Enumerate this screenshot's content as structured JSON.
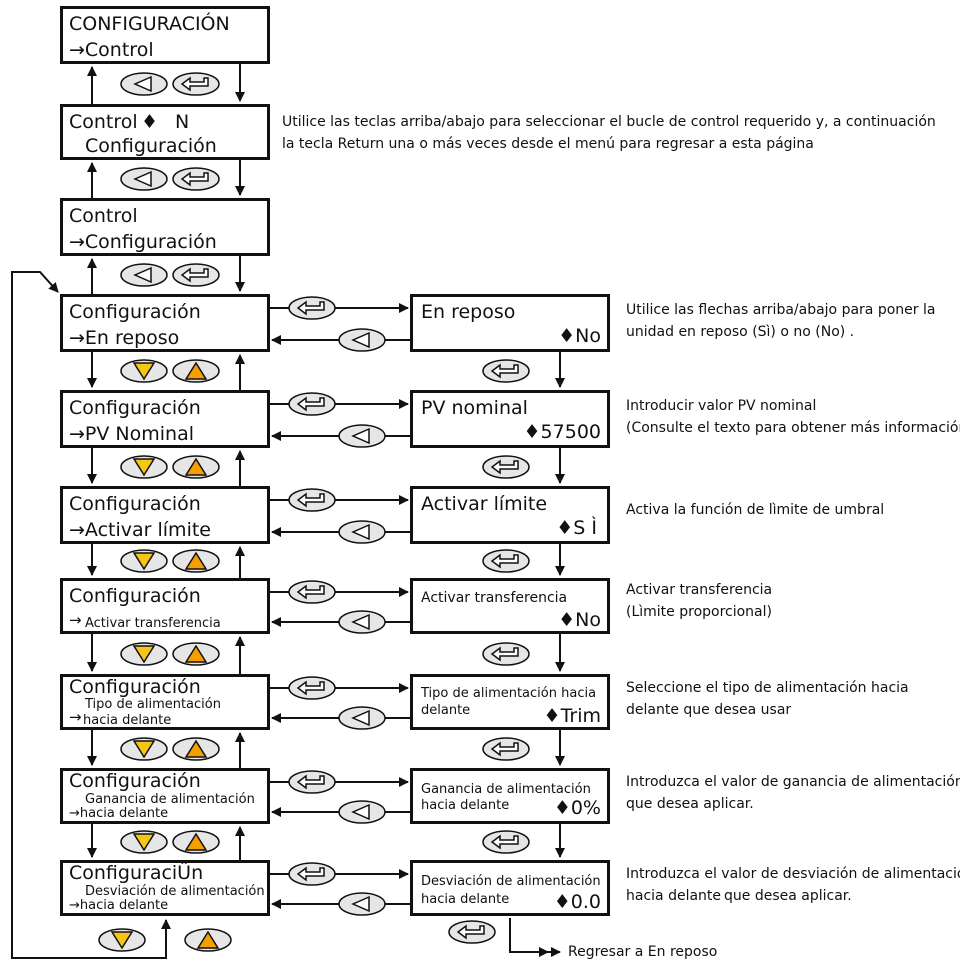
{
  "menu": {
    "b1": {
      "l1": "CONFIGURACIÓN",
      "l2": "→Control"
    },
    "b2": {
      "l1": "Control",
      "updown": "♦",
      "n": "N",
      "l2": "Configuración"
    },
    "b3": {
      "l1": "Control",
      "l2": "→Configuración"
    },
    "b4": {
      "l1": "Configuración",
      "l2": "→En reposo"
    },
    "b5": {
      "l1": "Configuración",
      "l2": "→PV Nominal"
    },
    "b6": {
      "l1": "Configuración",
      "l2": "→Activar límite"
    },
    "b7": {
      "l1": "Configuración",
      "arrow": "→",
      "l2": "Activar transferencia"
    },
    "b8": {
      "l1": "Configuración",
      "l2a": "Tipo de alimentación",
      "arrow": "→",
      "l2b": "hacia delante"
    },
    "b9": {
      "l1": "Configuración",
      "l2a": "Ganancia de alimentación",
      "l2b": "→hacia delante"
    },
    "b10": {
      "l1": "ConfiguraciÛn",
      "l2a": "Desviación de alimentación",
      "l2b": "→hacia delante"
    }
  },
  "params": {
    "p1": {
      "l1": "En reposo",
      "val": "♦No"
    },
    "p2": {
      "l1": "PV nominal",
      "val": "♦57500"
    },
    "p3": {
      "l1": "Activar límite",
      "val": "♦S Ì"
    },
    "p4": {
      "l1": "Activar transferencia",
      "val": "♦No"
    },
    "p5": {
      "l1": "Tipo de alimentación hacia",
      "l2": "delante",
      "val": "♦Trim"
    },
    "p6": {
      "l1": "Ganancia de alimentación",
      "l2": "hacia delante",
      "val": "♦0%"
    },
    "p7": {
      "l1": "Desviación de alimentación",
      "l2": "hacia delante",
      "val": "♦0.0"
    }
  },
  "notes": {
    "n0a": "Utilice las teclas arriba/abajo para seleccionar el bucle de control requerido y, a continuación",
    "n0b": "la tecla Return una o más veces desde el menú para regresar a esta página",
    "n1a": "Utilice las flechas arriba/abajo para poner la",
    "n1b": "unidad en reposo (Sì) o no (No) .",
    "n2a": "Introducir valor PV nominal",
    "n2b": "(Consulte el texto para obtener más información)",
    "n3": "Activa la función de lìmite de umbral",
    "n4a": "Activar transferencia",
    "n4b": "(Lìmite proporcional)",
    "n5a": "Seleccione el tipo de alimentación hacia",
    "n5b": "delante que desea usar",
    "n6a": "Introduzca el valor de ganancia de alimentación",
    "n6b": "que desea aplicar.",
    "n7a": "Introduzca el valor de desviación de alimentación",
    "n7b": "hacia delante",
    "n7c": "que desea aplicar.",
    "return": "Regresar a En reposo"
  },
  "colors": {
    "line": "#111111",
    "key_fill": "#e6e6e6",
    "down_fill": "#f5c518",
    "up_fill": "#f5a000"
  },
  "icons": [
    "back-key-icon",
    "return-key-icon",
    "down-key-icon",
    "up-key-icon"
  ]
}
